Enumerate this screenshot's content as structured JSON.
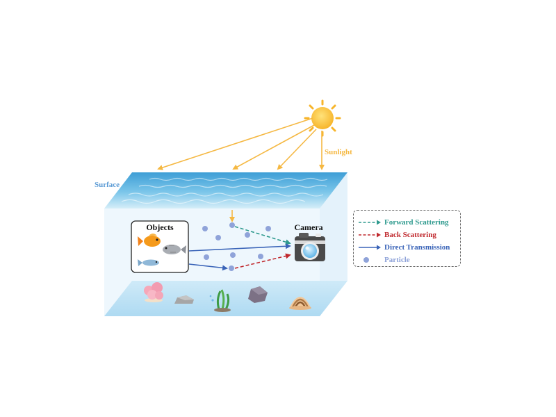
{
  "labels": {
    "sunlight": "Sunlight",
    "surface": "Surface",
    "objects": "Objects",
    "camera": "Camera"
  },
  "legend": {
    "forward_scattering": "Forward Scattering",
    "back_scattering": "Back Scattering",
    "direct_transmission": "Direct Transmission",
    "particle": "Particle"
  },
  "colors": {
    "sunlight": "#F5B842",
    "surface_label": "#5B9BD5",
    "forward": "#2E9A8E",
    "back": "#C0282D",
    "direct": "#3A64B8",
    "particle": "#8FA3D9",
    "water_top": "#5FB4E0",
    "water_body": "#EEF7FD",
    "seabed": "#BFE3F6"
  }
}
